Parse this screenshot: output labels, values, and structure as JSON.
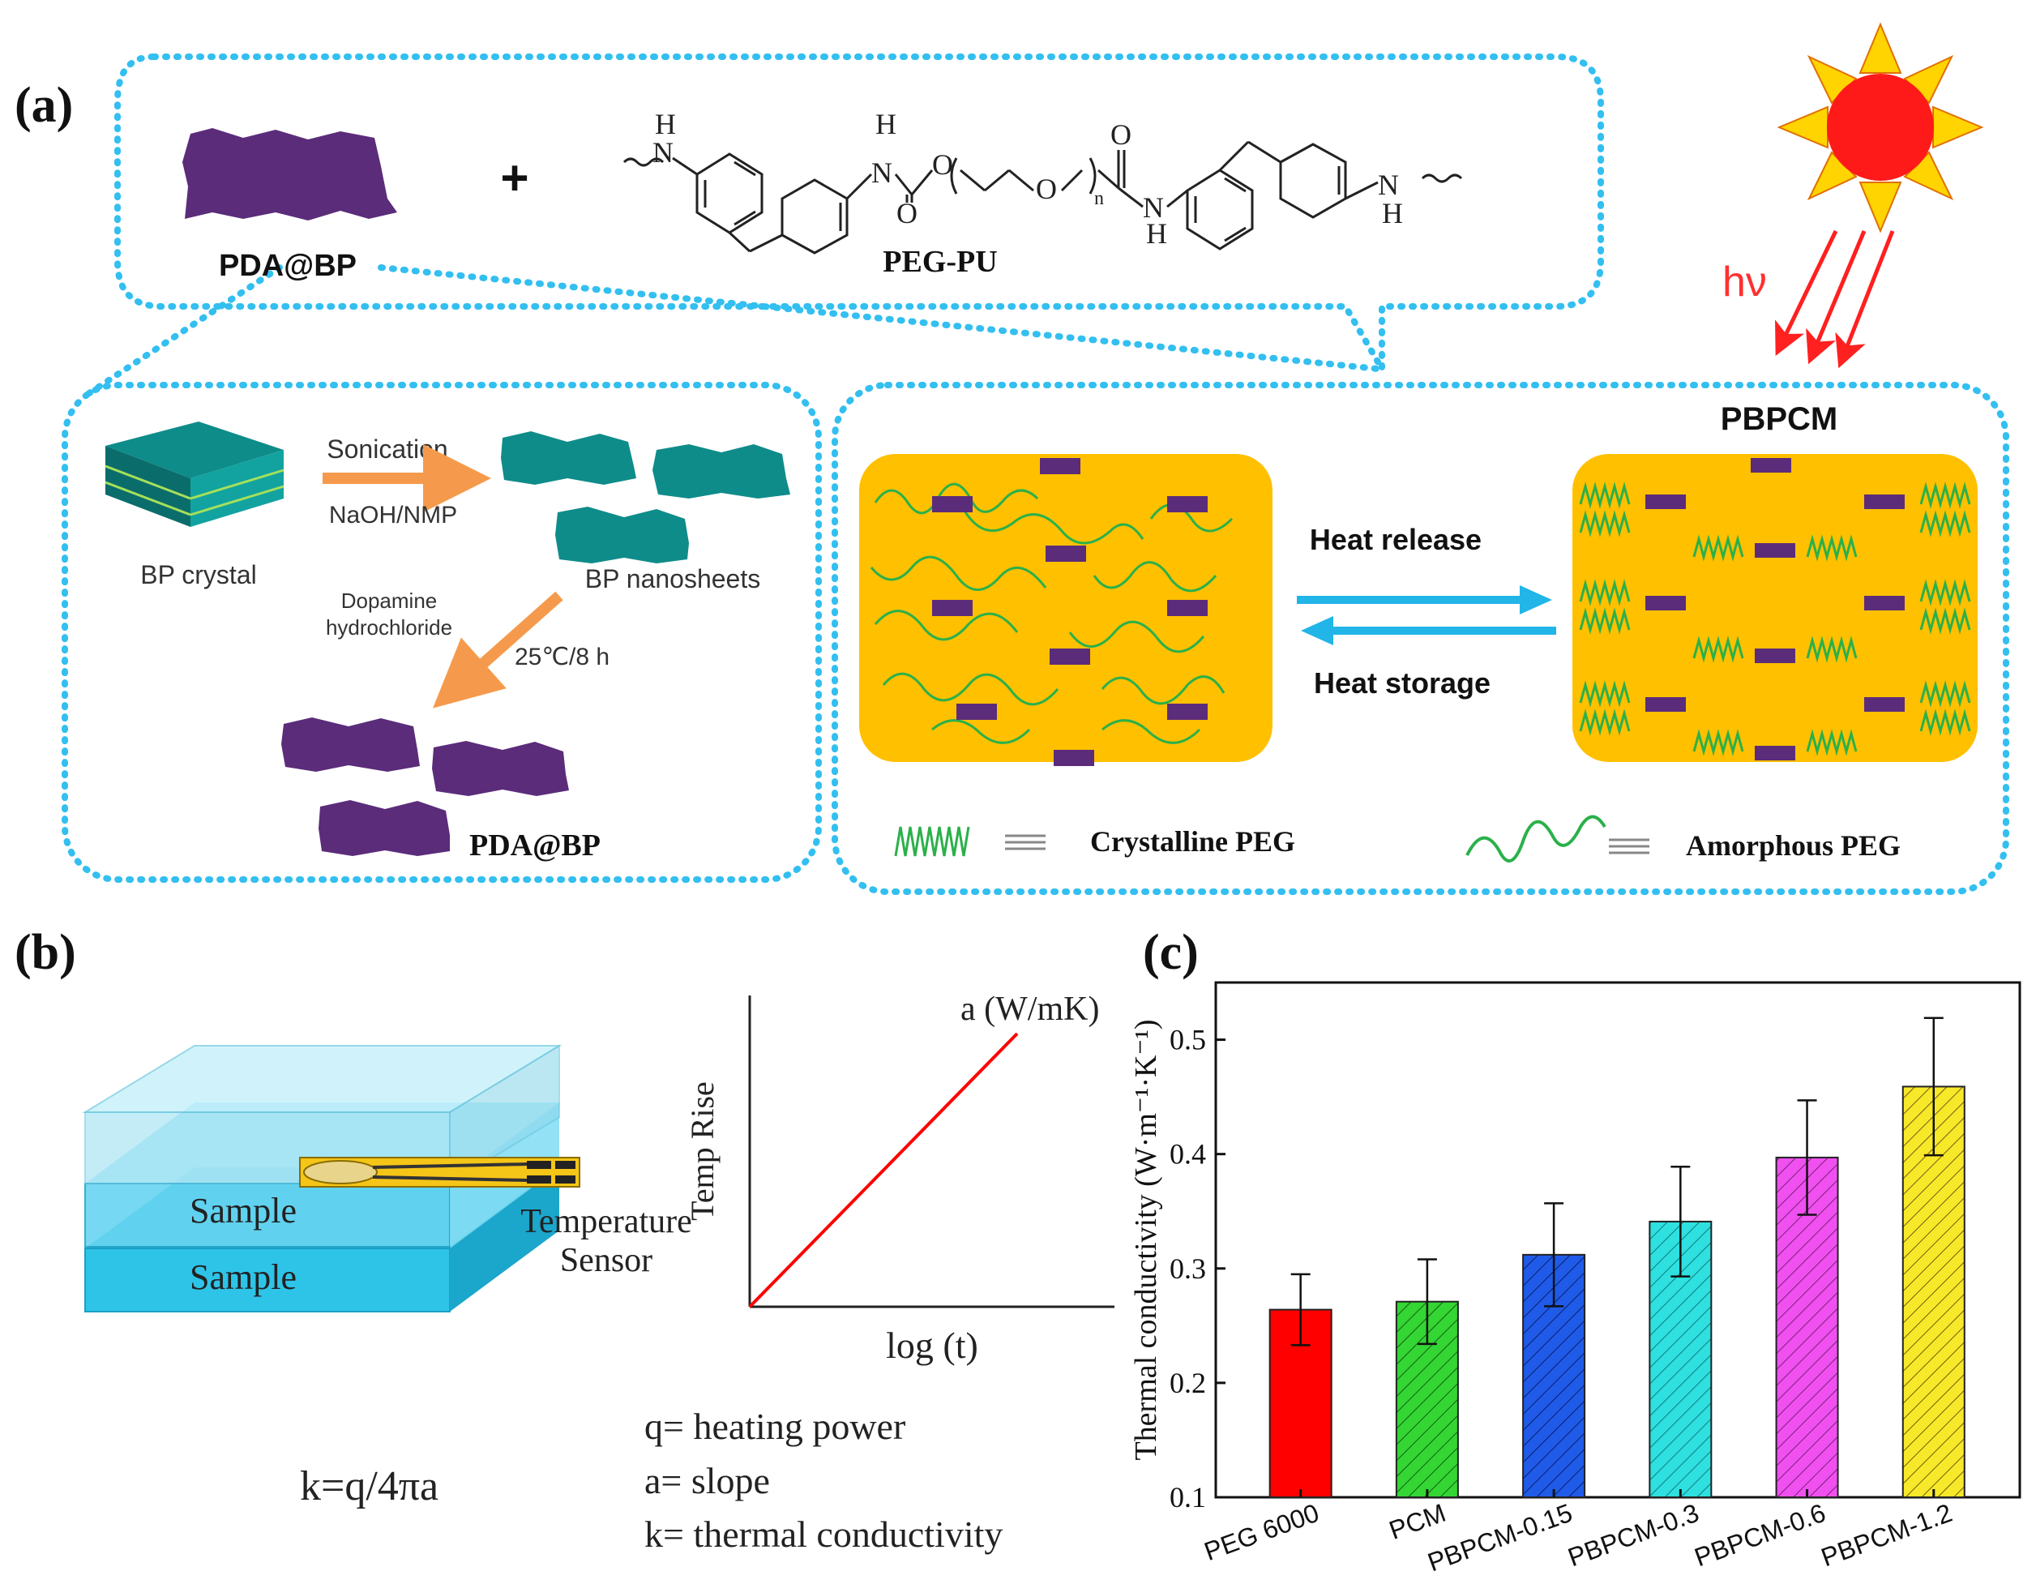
{
  "panel_a": {
    "label": "(a)",
    "pda_bp": "PDA@BP",
    "plus": "+",
    "peg_pu": "PEG-PU",
    "hv": "hν",
    "pbpcm": "PBPCM",
    "synthesis": {
      "sonication": "Sonication",
      "naoh_nmp": "NaOH/NMP",
      "bp_crystal": "BP crystal",
      "bp_nanosheets": "BP nanosheets",
      "dopamine": "Dopamine",
      "hydrochloride": "hydrochloride",
      "condition": "25℃/8 h",
      "pda_bp": "PDA@BP"
    },
    "heat_release": "Heat release",
    "heat_storage": "Heat storage",
    "legend_crystalline": "Crystalline PEG",
    "legend_amorphous": "Amorphous PEG",
    "formula": {
      "nh_h": "H",
      "n": "N",
      "o": "O",
      "sub_n": "n"
    }
  },
  "panel_b": {
    "label": "(b)",
    "sample_top": "Sample",
    "sample_bottom": "Sample",
    "sensor_line1": "Temperature",
    "sensor_line2": "Sensor",
    "y_label": "Temp Rise",
    "x_label": "log (t)",
    "slope_label": "a (W/mK)",
    "equation": "k=q/4πa",
    "def_q": "q= heating power",
    "def_a": "a= slope",
    "def_k": "k= thermal conductivity"
  },
  "panel_c": {
    "label": "(c)"
  },
  "colors": {
    "dotted_border": "#33BFF0",
    "matrix": "#FFC000",
    "nanosheet": "#5B2C7A",
    "bp_sheet": "#0E8C8A",
    "arrow_orange": "#F59A4C",
    "arrow_blue": "#21B5E8",
    "sun": "#FF1A1A",
    "sun_rays": "#FFD400"
  },
  "chart_data": {
    "type": "bar",
    "categories": [
      "PEG 6000",
      "PCM",
      "PBPCM-0.15",
      "PBPCM-0.3",
      "PBPCM-0.6",
      "PBPCM-1.2"
    ],
    "values": [
      0.264,
      0.271,
      0.312,
      0.341,
      0.397,
      0.459
    ],
    "errors": [
      0.031,
      0.037,
      0.045,
      0.048,
      0.05,
      0.06
    ],
    "colors": [
      "#FF0000",
      "#33D633",
      "#1F5BE8",
      "#2EE0E0",
      "#F050F0",
      "#F8E82A"
    ],
    "hatched": [
      false,
      true,
      true,
      true,
      true,
      true
    ],
    "ylabel": "Thermal conductivity (W·m⁻¹·K⁻¹)",
    "ylim": [
      0.1,
      0.55
    ],
    "yticks": [
      "0.1",
      "0.2",
      "0.3",
      "0.4",
      "0.5"
    ],
    "grid": false
  }
}
